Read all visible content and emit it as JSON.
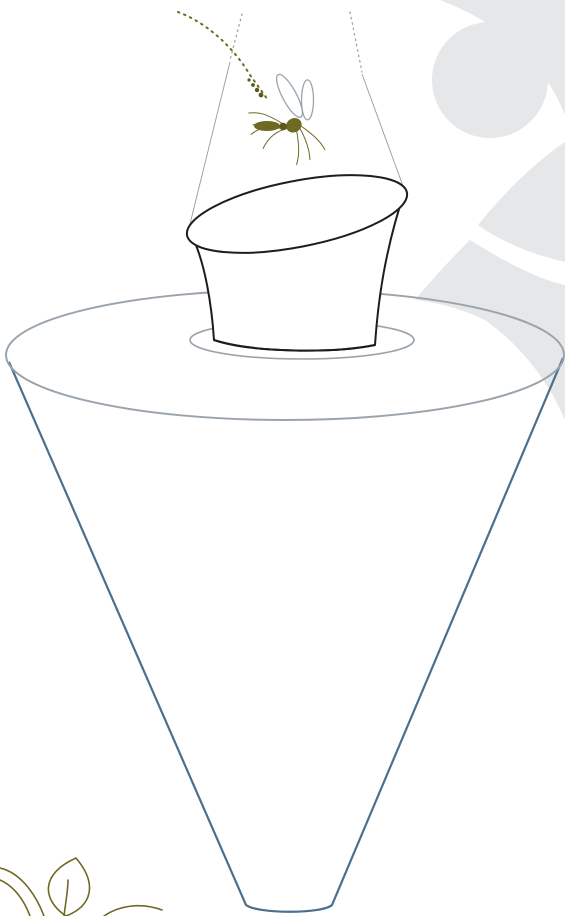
{
  "illustration": {
    "subjects": [
      "mosquito",
      "bucket",
      "funnel",
      "leaves"
    ]
  },
  "colors": {
    "background": "#ffffff",
    "backdrop_gray": "#e6e7e8",
    "funnel_rim": "#9aa4ad",
    "funnel_body": "#4b6f8c",
    "bucket_outline": "#1d1d1b",
    "shadow_ring": "#9aa4ad",
    "olive": "#6e6a24",
    "olive_dark": "#5a5a1e",
    "guide_line": "#9a9a9a",
    "wing": "#9aa4ad"
  }
}
